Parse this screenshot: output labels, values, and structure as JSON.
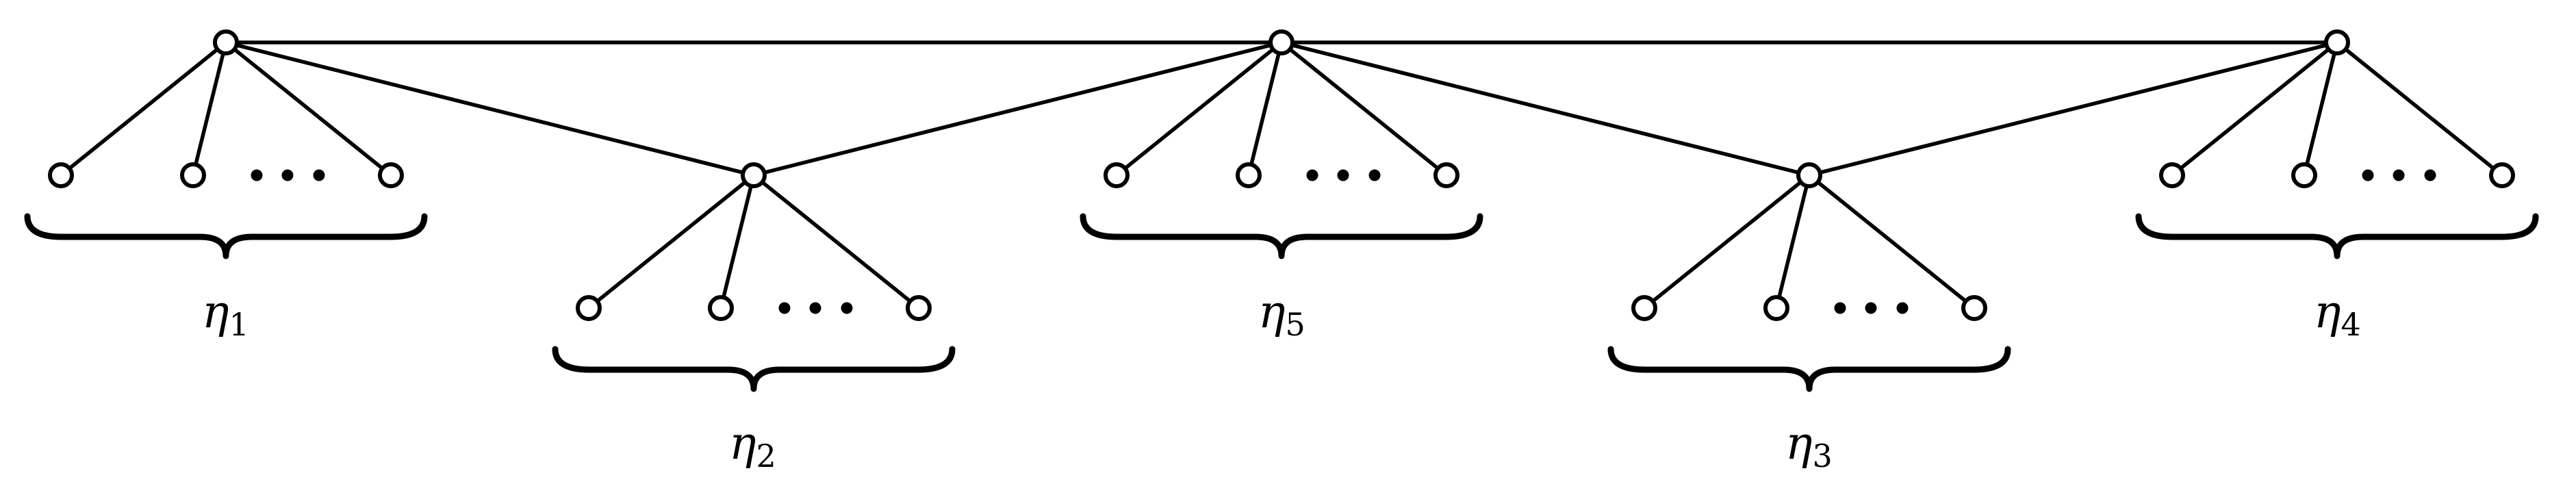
{
  "diagram": {
    "groups": [
      {
        "id": "g1",
        "symbol": "η",
        "subscript": "1"
      },
      {
        "id": "g2",
        "symbol": "η",
        "subscript": "2"
      },
      {
        "id": "g5",
        "symbol": "η",
        "subscript": "5"
      },
      {
        "id": "g3",
        "symbol": "η",
        "subscript": "3"
      },
      {
        "id": "g4",
        "symbol": "η",
        "subscript": "4"
      }
    ],
    "ellipsis_marker": "dots"
  }
}
